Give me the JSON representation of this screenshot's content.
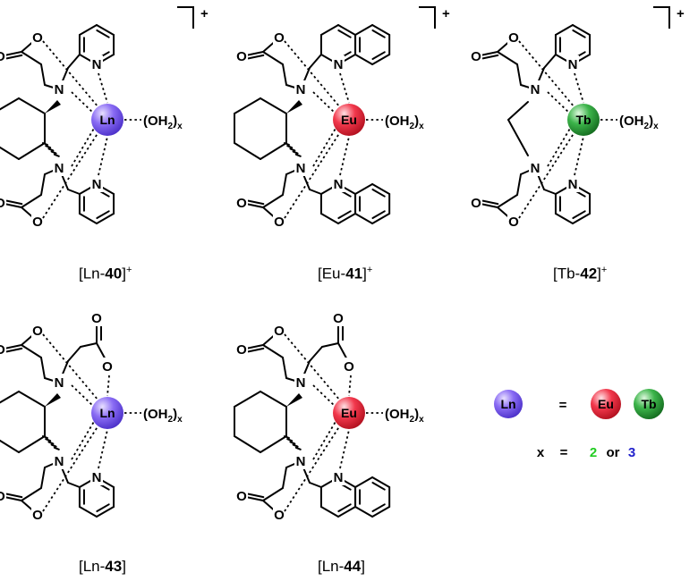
{
  "complexes": [
    {
      "id": "ln40",
      "metal": "Ln",
      "metal_color": "#7b5cf0",
      "charge": "+",
      "caption_prefix": "[Ln-",
      "caption_num": "40",
      "caption_suffix": "]",
      "caption_sup": "+",
      "arms": [
        "pyridine",
        "pyridine"
      ],
      "diamine": "cyclohexane",
      "arm_layout": "standard"
    },
    {
      "id": "eu41",
      "metal": "Eu",
      "metal_color": "#f0283c",
      "charge": "+",
      "caption_prefix": "[Eu-",
      "caption_num": "41",
      "caption_suffix": "]",
      "caption_sup": "+",
      "arms": [
        "quinoline",
        "quinoline"
      ],
      "diamine": "cyclohexane",
      "arm_layout": "standard"
    },
    {
      "id": "tb42",
      "metal": "Tb",
      "metal_color": "#2ea83a",
      "charge": "+",
      "caption_prefix": "[Tb-",
      "caption_num": "42",
      "caption_suffix": "]",
      "caption_sup": "+",
      "arms": [
        "pyridine",
        "pyridine"
      ],
      "diamine": "ethylene",
      "arm_layout": "standard"
    },
    {
      "id": "ln43",
      "metal": "Ln",
      "metal_color": "#7b5cf0",
      "charge": "",
      "caption_prefix": "[Ln-",
      "caption_num": "43",
      "caption_suffix": "]",
      "caption_sup": "",
      "arms": [
        "carboxylate",
        "pyridine"
      ],
      "diamine": "cyclohexane",
      "arm_layout": "standard"
    },
    {
      "id": "ln44",
      "metal": "Eu",
      "metal_color": "#f0283c",
      "charge": "",
      "caption_prefix": "[Ln-",
      "caption_num": "44",
      "caption_suffix": "]",
      "caption_sup": "",
      "arms": [
        "carboxylate",
        "quinoline"
      ],
      "diamine": "cyclohexane",
      "arm_layout": "standard"
    }
  ],
  "atoms": {
    "N": "N",
    "O": "O"
  },
  "water_label": {
    "main": "(OH",
    "sub2": "2",
    "close": ")",
    "subx": "x"
  },
  "legend": {
    "ln_label": "Ln",
    "ln_color": "#7b5cf0",
    "equals": "=",
    "eu_label": "Eu",
    "eu_color": "#f0283c",
    "tb_label": "Tb",
    "tb_color": "#2ea83a",
    "x_label": "x",
    "x_equals": "=",
    "x_val1": "2",
    "x_val1_color": "#22cc22",
    "x_or": "or",
    "x_val2": "3",
    "x_val2_color": "#2222cc"
  }
}
